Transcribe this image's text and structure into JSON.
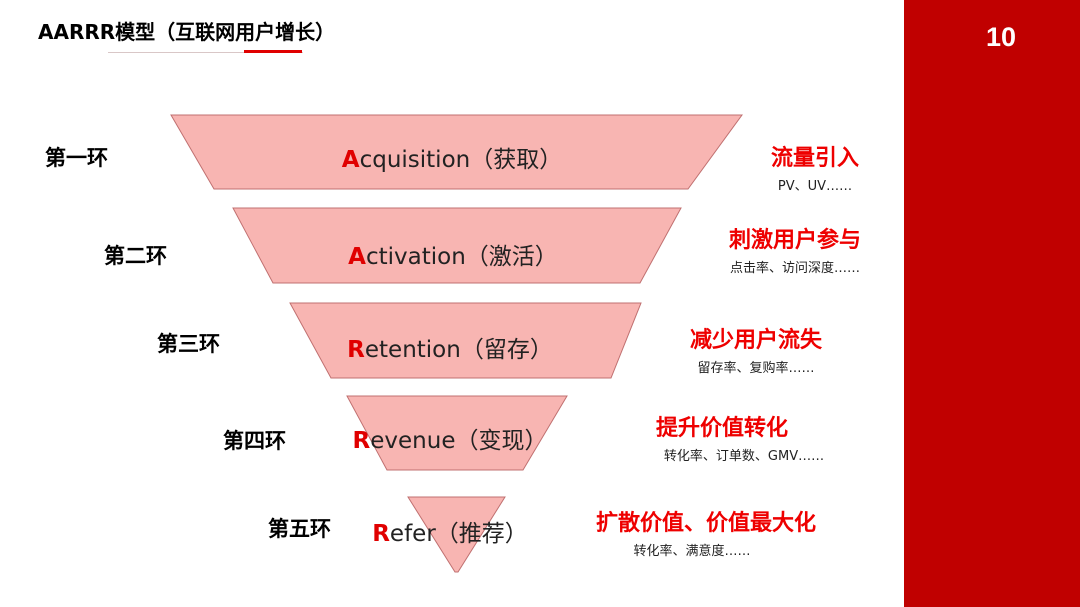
{
  "slide": {
    "title": "AARRR模型（互联网用户增长）",
    "page_number": "10",
    "accent_color": "#c00000"
  },
  "funnel": {
    "fill_color": "#f8b5b2",
    "stroke_color": "#c07070",
    "stages": [
      {
        "label": "第一环",
        "initial": "A",
        "name_rest": "cquisition（获取）",
        "goal": "流量引入",
        "metrics": "PV、UV……"
      },
      {
        "label": "第二环",
        "initial": "A",
        "name_rest": "ctivation（激活）",
        "goal": "刺激用户参与",
        "metrics": "点击率、访问深度……"
      },
      {
        "label": "第三环",
        "initial": "R",
        "name_rest": "etention（留存）",
        "goal": "减少用户流失",
        "metrics": "留存率、复购率……"
      },
      {
        "label": "第四环",
        "initial": "R",
        "name_rest": "evenue（变现）",
        "goal": "提升价值转化",
        "metrics": "转化率、订单数、GMV……"
      },
      {
        "label": "第五环",
        "initial": "R",
        "name_rest": "efer（推荐）",
        "goal": "扩散价值、价值最大化",
        "metrics": "转化率、满意度……"
      }
    ]
  }
}
